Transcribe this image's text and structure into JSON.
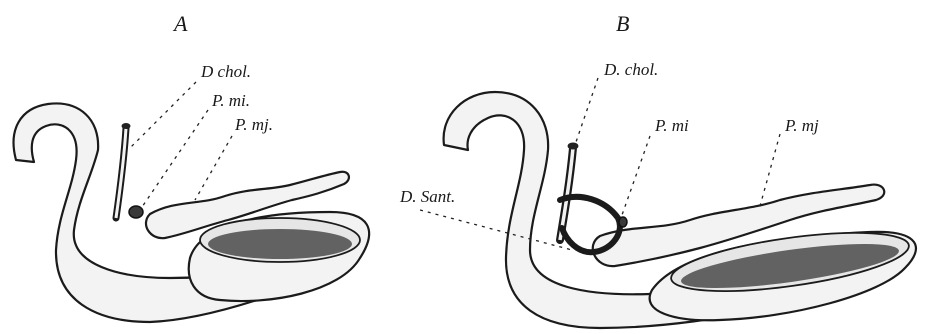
{
  "panels": [
    {
      "id": "A",
      "label": "A",
      "annotations": [
        "D chol.",
        "P. mi.",
        "P. mj."
      ]
    },
    {
      "id": "B",
      "label": "B",
      "annotations": [
        "D. chol.",
        "P. mi",
        "P. mj",
        "D. Sant."
      ]
    }
  ]
}
